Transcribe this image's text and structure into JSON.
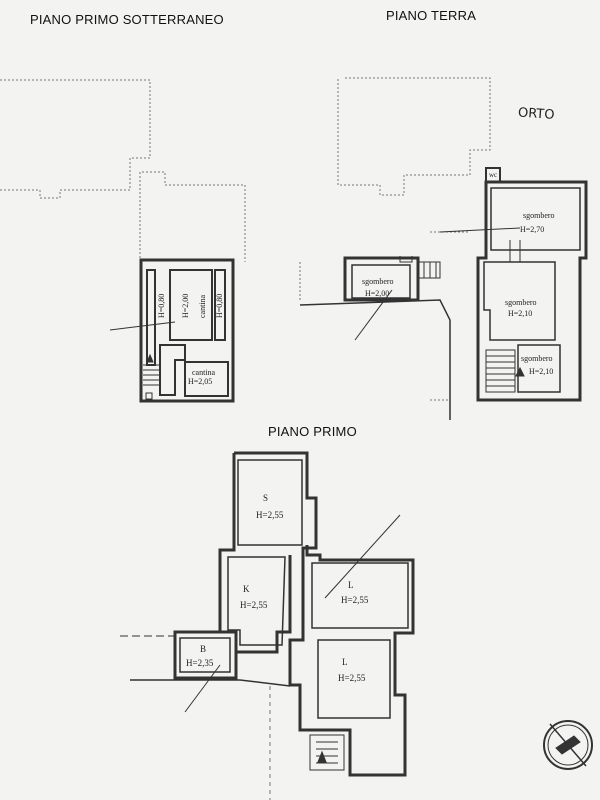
{
  "titles": {
    "basement": "PIANO PRIMO SOTTERRANEO",
    "ground": "PIANO TERRA",
    "first": "PIANO PRIMO"
  },
  "handwritten_note": "ORTO",
  "basement": {
    "heights": [
      "H=0,80",
      "H=2,00",
      "H=0,80"
    ],
    "cantina_vertical": "cantina",
    "cantina_room": "cantina",
    "cantina_height": "H=2,05"
  },
  "ground": {
    "wc": "wc",
    "rooms": [
      {
        "name": "sgombero",
        "height": "H=2,70"
      },
      {
        "name": "sgombero",
        "height": "H=2,10"
      },
      {
        "name": "sgombero",
        "height": "H=2,10"
      },
      {
        "name": "sgombero",
        "height": "H=2,00"
      }
    ]
  },
  "first": {
    "rooms": [
      {
        "name": "S",
        "height": "H=2,55"
      },
      {
        "name": "K",
        "height": "H=2,55"
      },
      {
        "name": "L",
        "height": "H=2,55"
      },
      {
        "name": "L",
        "height": "H=2,55"
      },
      {
        "name": "B",
        "height": "H=2,35"
      }
    ]
  },
  "icons": [
    "north-arrow-icon",
    "stair-icon"
  ]
}
